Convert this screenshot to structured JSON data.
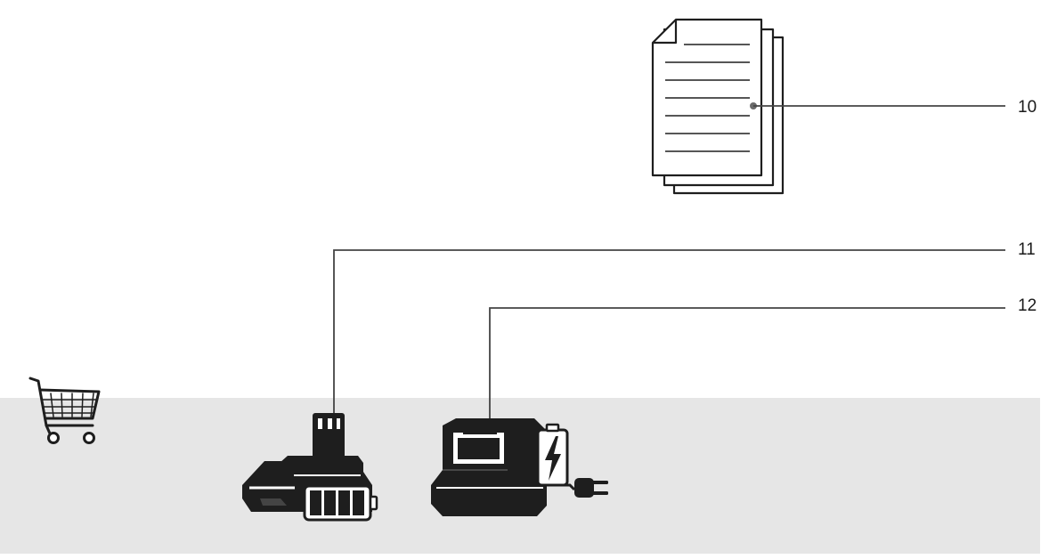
{
  "callouts": [
    {
      "number": "10",
      "item": "document-pages"
    },
    {
      "number": "11",
      "item": "battery-pack"
    },
    {
      "number": "12",
      "item": "battery-charger"
    }
  ],
  "icons": [
    "document-icon",
    "shopping-cart-icon",
    "battery-pack-icon",
    "battery-level-icon",
    "charger-icon",
    "charging-bolt-icon",
    "power-plug-icon"
  ],
  "colors": {
    "panel": "#e6e6e6",
    "line": "#333333",
    "device": "#1e1e1e",
    "paper": "#ffffff"
  }
}
